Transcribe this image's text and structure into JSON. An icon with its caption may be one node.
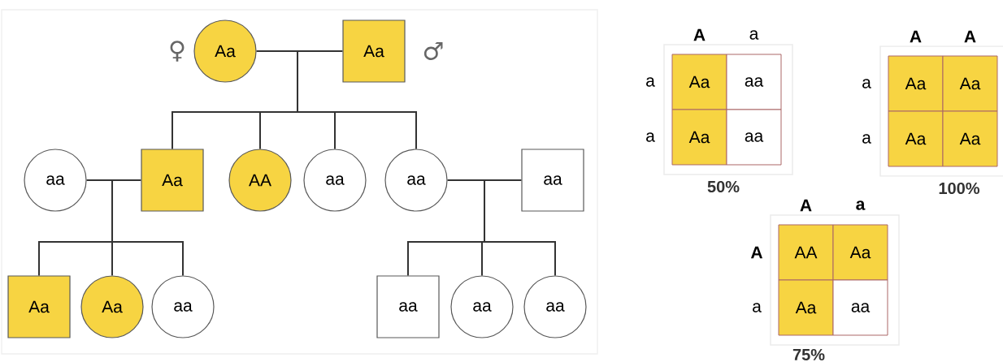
{
  "diagram": {
    "nodes": [
      {
        "text": [
          "Aa"
        ],
        "beside": [
          "♀"
        ]
      },
      {
        "text": [
          "Aa"
        ],
        "beside": [
          "♂"
        ]
      },
      {
        "text": [
          "aa"
        ]
      },
      {
        "text": [
          "Aa"
        ]
      },
      {
        "text": [
          "AA"
        ]
      },
      {
        "text": [
          "aa"
        ]
      },
      {
        "text": [
          "aa"
        ]
      },
      {
        "text": [
          "aa"
        ]
      },
      {
        "text": [
          "Aa"
        ]
      },
      {
        "text": [
          "Aa"
        ]
      },
      {
        "text": [
          "aa"
        ]
      },
      {
        "text": [
          "aa"
        ]
      },
      {
        "text": [
          "aa"
        ]
      },
      {
        "text": [
          "aa"
        ]
      }
    ],
    "edges": [
      {
        "from": 0,
        "to": 1,
        "arrow": "none"
      },
      {
        "from": null,
        "to": 3,
        "arrow": "none"
      },
      {
        "from": null,
        "to": 4,
        "arrow": "none"
      },
      {
        "from": null,
        "to": 5,
        "arrow": "none"
      },
      {
        "from": null,
        "to": 6,
        "arrow": "none"
      },
      {
        "from": 2,
        "to": 3,
        "arrow": "none"
      },
      {
        "from": 6,
        "to": 7,
        "arrow": "none"
      },
      {
        "from": null,
        "to": 8,
        "arrow": "none"
      },
      {
        "from": null,
        "to": 9,
        "arrow": "none"
      },
      {
        "from": null,
        "to": 10,
        "arrow": "none"
      },
      {
        "from": null,
        "to": 11,
        "arrow": "none"
      },
      {
        "from": null,
        "to": 12,
        "arrow": "none"
      },
      {
        "from": null,
        "to": 13,
        "arrow": "none"
      }
    ],
    "labels": [
      "A",
      "a",
      "a",
      "Aa",
      "aa",
      "a",
      "Aa",
      "aa",
      "50%",
      "A",
      "A",
      "a",
      "Aa",
      "Aa",
      "a",
      "Aa",
      "Aa",
      "100%",
      "A",
      "a",
      "A",
      "AA",
      "Aa",
      "a",
      "Aa",
      "aa",
      "75%"
    ]
  }
}
